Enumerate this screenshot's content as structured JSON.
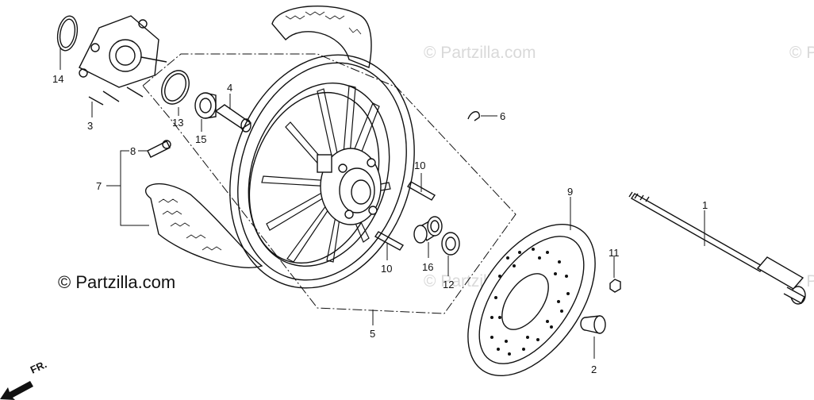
{
  "watermarks": {
    "top_center": "© Partzilla.com",
    "center": "© Partzilla.com",
    "top_right": "© P",
    "right": "© P"
  },
  "copyright": "© Partzilla.com",
  "direction_marker": "FR.",
  "callouts": {
    "c1": "1",
    "c2": "2",
    "c3": "3",
    "c4": "4",
    "c5": "5",
    "c6": "6",
    "c7": "7",
    "c8": "8",
    "c9": "9",
    "c10a": "10",
    "c10b": "10",
    "c11": "11",
    "c12": "12",
    "c13": "13",
    "c14": "14",
    "c15": "15",
    "c16": "16"
  },
  "colors": {
    "line": "#111111",
    "watermark": "#d9d9d9"
  }
}
